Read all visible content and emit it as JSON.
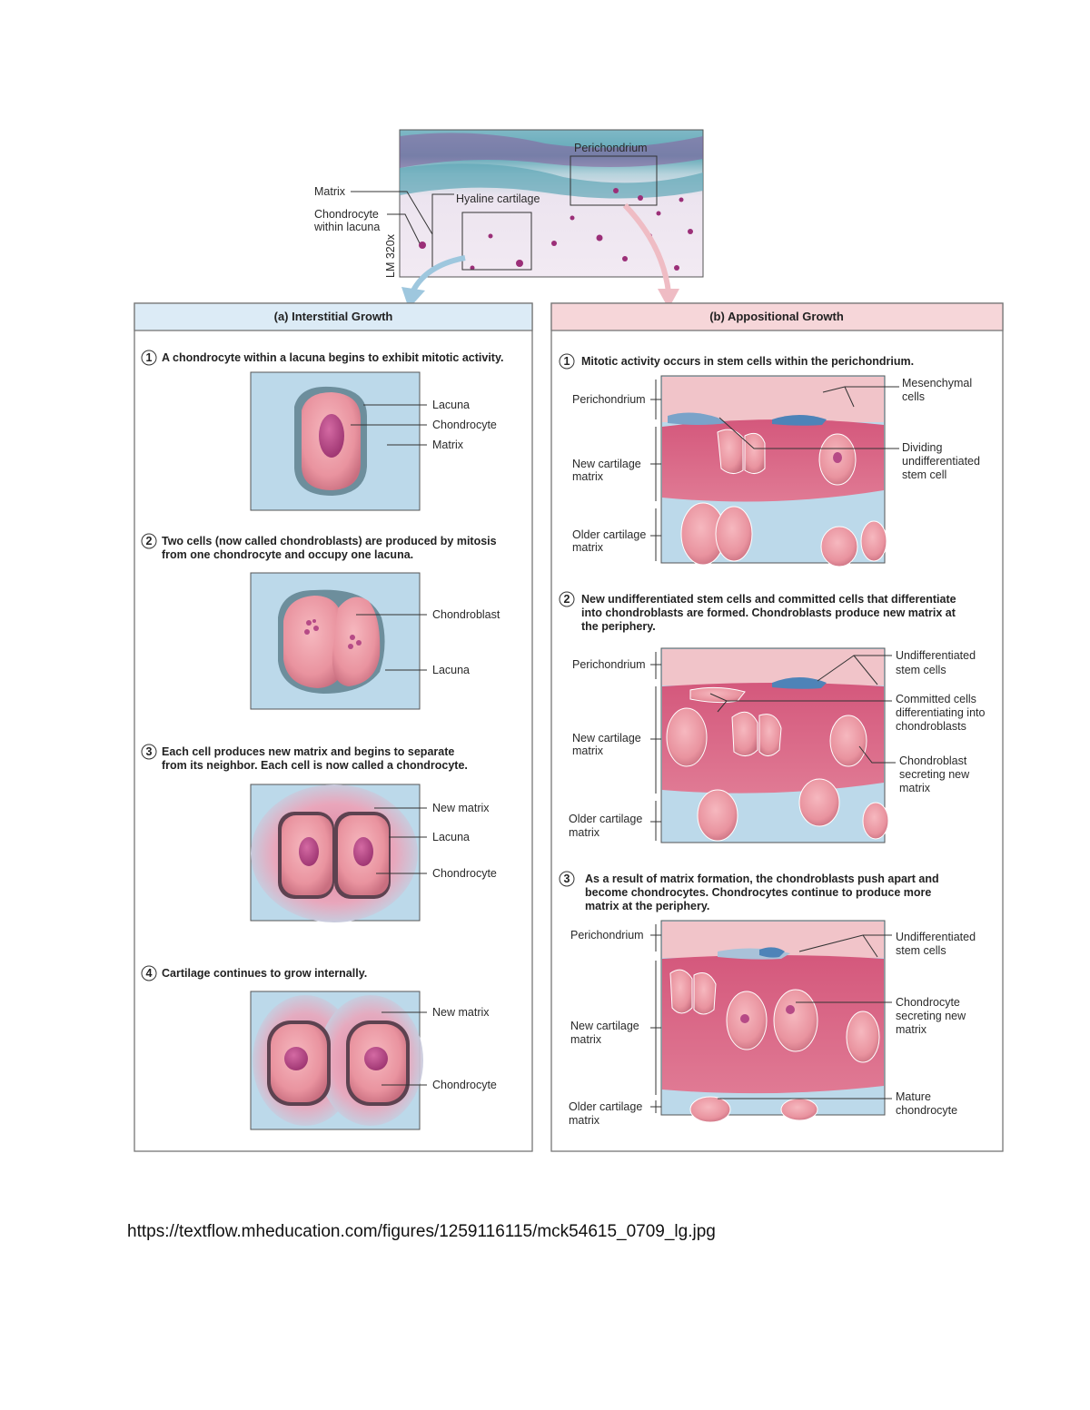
{
  "micrograph": {
    "labels": {
      "perichondrium": "Perichondrium",
      "matrix": "Matrix",
      "chondrocyte_1": "Chondrocyte",
      "chondrocyte_2": "within lacuna",
      "hyaline": "Hyaline cartilage",
      "magnification": "LM 320x"
    }
  },
  "panel_a": {
    "title": "(a) Interstitial Growth",
    "steps": [
      {
        "num": "1",
        "lines": [
          "A chondrocyte within a lacuna begins to exhibit mitotic activity."
        ],
        "labels": [
          "Lacuna",
          "Chondrocyte",
          "Matrix"
        ]
      },
      {
        "num": "2",
        "lines": [
          "Two cells (now called chondroblasts) are produced by mitosis",
          "from one chondrocyte and occupy one lacuna."
        ],
        "labels": [
          "Chondroblast",
          "Lacuna"
        ]
      },
      {
        "num": "3",
        "lines": [
          "Each cell produces new matrix and begins to separate",
          "from its neighbor. Each cell is now called a chondrocyte."
        ],
        "labels": [
          "New matrix",
          "Lacuna",
          "Chondrocyte"
        ]
      },
      {
        "num": "4",
        "lines": [
          "Cartilage continues to grow internally."
        ],
        "labels": [
          "New matrix",
          "Chondrocyte"
        ]
      }
    ]
  },
  "panel_b": {
    "title": "(b) Appositional Growth",
    "steps": [
      {
        "num": "1",
        "lines": [
          "Mitotic activity occurs in stem cells within the perichondrium."
        ],
        "left": [
          [
            "Perichondrium"
          ],
          [
            "New cartilage",
            "matrix"
          ],
          [
            "Older cartilage",
            "matrix"
          ]
        ],
        "right": [
          [
            "Mesenchymal",
            "cells"
          ],
          [
            "Dividing",
            "undifferentiated",
            "stem cell"
          ]
        ]
      },
      {
        "num": "2",
        "lines": [
          "New undifferentiated stem cells and committed cells that differentiate",
          "into chondroblasts are formed. Chondroblasts produce new matrix at",
          "the periphery."
        ],
        "left": [
          [
            "Perichondrium"
          ],
          [
            "New cartilage",
            "matrix"
          ],
          [
            "Older cartilage",
            "matrix"
          ]
        ],
        "right": [
          [
            "Undifferentiated",
            "stem cells"
          ],
          [
            "Committed cells",
            "differentiating into",
            "chondroblasts"
          ],
          [
            "Chondroblast",
            "secreting new",
            "matrix"
          ]
        ]
      },
      {
        "num": "3",
        "lines": [
          "As a result of matrix formation, the chondroblasts push apart and",
          "become chondrocytes. Chondrocytes continue to produce more",
          "matrix at the periphery."
        ],
        "left": [
          [
            "Perichondrium"
          ],
          [
            "New cartilage",
            "matrix"
          ],
          [
            "Older cartilage",
            "matrix"
          ]
        ],
        "right": [
          [
            "Undifferentiated",
            "stem cells"
          ],
          [
            "Chondrocyte",
            "secreting new",
            "matrix"
          ],
          [
            "Mature",
            "chondrocyte"
          ]
        ]
      }
    ]
  },
  "source_url": "https://textflow.mheducation.com/figures/1259116115/mck54615_0709_lg.jpg",
  "colors": {
    "matrix_blue": "#bcd9ea",
    "cell_pink": "#e9939f",
    "nucleus": "#b64a86",
    "perichondrium": "#f1c4c9",
    "new_matrix": "#d86682",
    "panel_a_header": "#dcebf6",
    "panel_b_header": "#f6d6d9"
  }
}
